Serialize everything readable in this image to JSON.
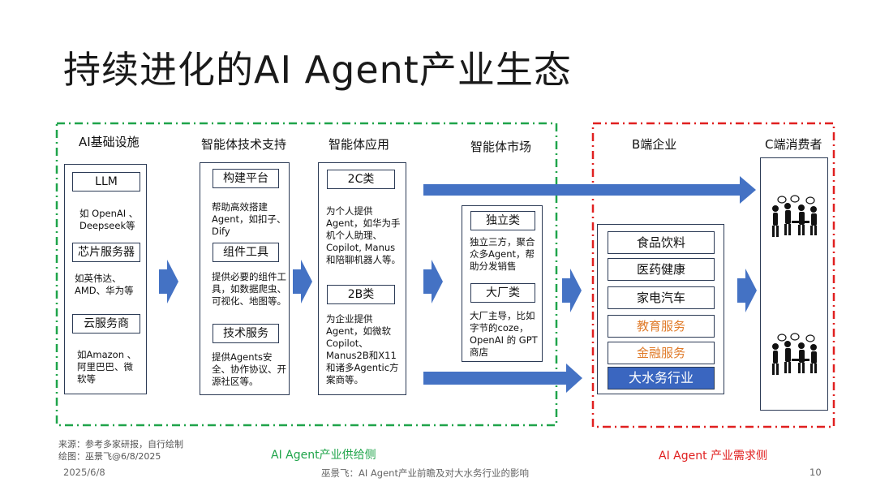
{
  "title": "持续进化的AI Agent产业生态",
  "columns": {
    "infra": "AI基础设施",
    "tech": "智能体技术支持",
    "apps": "智能体应用",
    "market": "智能体市场",
    "b2b": "B端企业",
    "c2c": "C端消费者"
  },
  "infra": {
    "llm": "LLM",
    "llm_desc": "如 OpenAI 、Deepseek等",
    "chip": "芯片服务器",
    "chip_desc": "如英伟达、AMD、华为等",
    "cloud": "云服务商",
    "cloud_desc": "如Amazon 、阿里巴巴、微软等"
  },
  "tech": {
    "platform": "构建平台",
    "platform_desc": "帮助高效搭建Agent，如扣子、Dify",
    "tools": "组件工具",
    "tools_desc": "提供必要的组件工具，如数据爬虫、可视化、地图等。",
    "service": "技术服务",
    "service_desc": "提供Agents安全、协作协议、开源社区等。"
  },
  "apps": {
    "c_type": "2C类",
    "c_desc": "为个人提供Agent，如华为手机个人助理、Copilot, Manus和陪聊机器人等。",
    "b_type": "2B类",
    "b_desc": "为企业提供Agent，如微软Copilot、Manus2B和X11和诸多Agentic方案商等。"
  },
  "market": {
    "indep": "独立类",
    "indep_desc": "独立三方，聚合众多Agent，帮助分发销售",
    "big": "大厂类",
    "big_desc": "大厂主导，比如字节的coze，OpenAI 的 GPT商店"
  },
  "industries": [
    {
      "label": "食品饮料",
      "style": "plain"
    },
    {
      "label": "医药健康",
      "style": "plain"
    },
    {
      "label": "家电汽车",
      "style": "plain"
    },
    {
      "label": "教育服务",
      "style": "orange"
    },
    {
      "label": "金融服务",
      "style": "orange"
    },
    {
      "label": "大水务行业",
      "style": "highlight"
    }
  ],
  "colors": {
    "supply_border": "#1fa44a",
    "demand_border": "#e02020",
    "arrow": "#4472c4",
    "orange_text": "#e07b2a",
    "highlight_bg": "#3a66c0"
  },
  "icons": [
    "consumer-group-icon",
    "right-arrow-icon"
  ],
  "footnote": {
    "source": "来源：参考多家研报，自行绘制",
    "drawn": "绘图：巫景飞@6/8/2025"
  },
  "captions": {
    "supply": "AI Agent产业供给侧",
    "demand": "AI Agent 产业需求侧"
  },
  "footer": {
    "date": "2025/6/8",
    "center": "巫景飞：AI Agent产业前瞻及对大水务行业的影响",
    "page": "10"
  }
}
